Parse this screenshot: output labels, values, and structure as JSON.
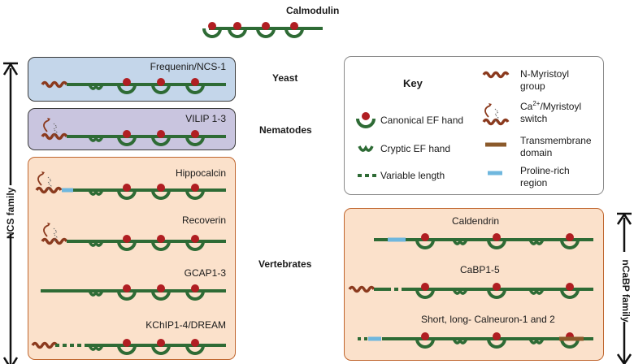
{
  "title": "Calmodulin",
  "organisms": {
    "yeast": "Yeast",
    "nematodes": "Nematodes",
    "vertebrates": "Vertebrates"
  },
  "proteins": {
    "frequenin": "Frequenin/NCS-1",
    "vilip": "VILIP 1-3",
    "hippocalcin": "Hippocalcin",
    "recoverin": "Recoverin",
    "gcap": "GCAP1-3",
    "kchip": "KChIP1-4/DREAM",
    "caldendrin": "Caldendrin",
    "cabp": "CaBP1-5",
    "calneuron": "Short, long- Calneuron-1 and 2"
  },
  "families": {
    "ncs": "NCS family",
    "ncabp": "nCaBP family"
  },
  "key": {
    "title": "Key",
    "canonical": "Canonical EF hand",
    "cryptic": "Cryptic EF hand",
    "variable": "Variable length",
    "myristoyl_line1": "N-Myristoyl",
    "myristoyl_line2": "group",
    "switch_line1_pre": "Ca",
    "switch_line1_sup": "2+",
    "switch_line1_post": "/Myristoyl",
    "switch_line2": "switch",
    "tm_line1": "Transmembrane",
    "tm_line2": "domain",
    "pro_line1": "Proline-rich",
    "pro_line2": "region"
  },
  "colors": {
    "backbone": "#2e6b35",
    "calcium": "#b01e22",
    "myristoyl": "#8b3a1e",
    "proline": "#6fb7de",
    "transmembrane": "#8b5a2b",
    "ncs_panel": "#fbe1cb",
    "yeast_panel": "#c4d6ea",
    "nematode_panel": "#c9c5df"
  }
}
